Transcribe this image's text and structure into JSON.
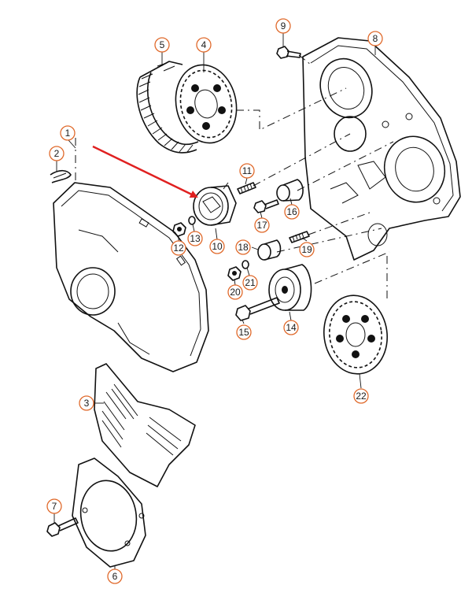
{
  "callouts": [
    {
      "id": "1",
      "label": "1"
    },
    {
      "id": "2",
      "label": "2"
    },
    {
      "id": "3",
      "label": "3"
    },
    {
      "id": "4",
      "label": "4"
    },
    {
      "id": "5",
      "label": "5"
    },
    {
      "id": "6",
      "label": "6"
    },
    {
      "id": "7",
      "label": "7"
    },
    {
      "id": "8",
      "label": "8"
    },
    {
      "id": "9",
      "label": "9"
    },
    {
      "id": "10",
      "label": "10"
    },
    {
      "id": "11",
      "label": "11"
    },
    {
      "id": "12",
      "label": "12"
    },
    {
      "id": "13",
      "label": "13"
    },
    {
      "id": "14",
      "label": "14"
    },
    {
      "id": "15",
      "label": "15"
    },
    {
      "id": "16",
      "label": "16"
    },
    {
      "id": "17",
      "label": "17"
    },
    {
      "id": "18",
      "label": "18"
    },
    {
      "id": "19",
      "label": "19"
    },
    {
      "id": "20",
      "label": "20"
    },
    {
      "id": "21",
      "label": "21"
    },
    {
      "id": "22",
      "label": "22"
    }
  ],
  "colors": {
    "callout_ring": "#e06a2c",
    "pointer_arrow": "#e02020",
    "line_art": "#111111"
  },
  "highlighted_part": "10"
}
